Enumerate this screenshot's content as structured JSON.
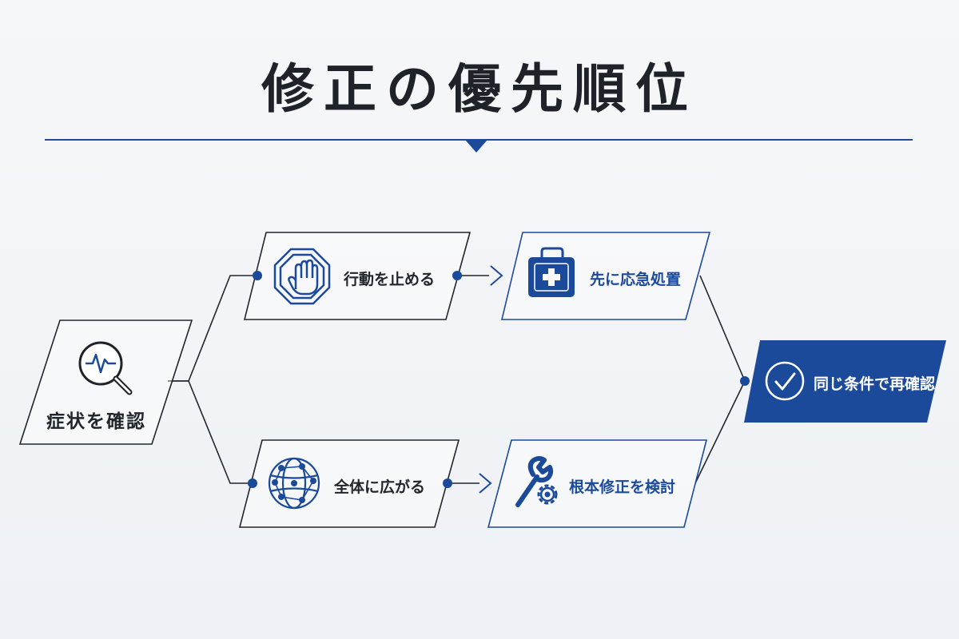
{
  "title": "修正の優先順位",
  "nodes": {
    "symptom": {
      "label": "症状を確認",
      "icon": "magnifier-pulse-icon"
    },
    "stop": {
      "label": "行動を止める",
      "icon": "stop-hand-icon"
    },
    "spread": {
      "label": "全体に広がる",
      "icon": "network-globe-icon"
    },
    "first_aid": {
      "label": "先に応急処置",
      "icon": "first-aid-kit-icon"
    },
    "root_fix": {
      "label": "根本修正を検討",
      "icon": "wrench-gear-icon"
    },
    "recheck": {
      "label": "同じ条件で再確認",
      "icon": "check-circle-icon"
    }
  },
  "colors": {
    "accent": "#1c4a9a",
    "dark": "#22262c",
    "background": "#f3f5f8"
  }
}
